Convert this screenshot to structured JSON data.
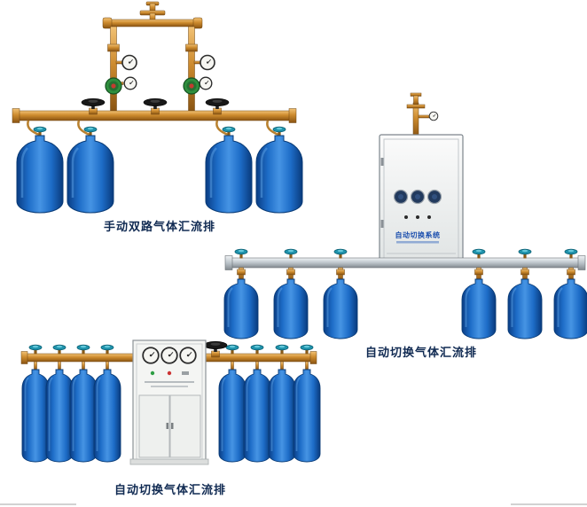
{
  "page": {
    "background": "#ffffff"
  },
  "figures": {
    "manual_dual": {
      "caption": "手动双路气体汇流排",
      "cylinders": 4
    },
    "auto_wall": {
      "caption": "自动切换气体汇流排",
      "cabinet_label": "自动切换系统",
      "cylinders": 6
    },
    "auto_floor": {
      "caption": "自动切换气体汇流排",
      "cylinders": 8
    }
  },
  "colors": {
    "cylinder_blue": "#1d6cc7",
    "brass_pipe": "#cd8b2e",
    "silver_pipe": "#bcc4ca",
    "valve_teal": "#1f93ac",
    "regulator_green": "#2f8f3e",
    "caption_text": "#102a52",
    "cabinet_body": "#f2f3f2"
  }
}
